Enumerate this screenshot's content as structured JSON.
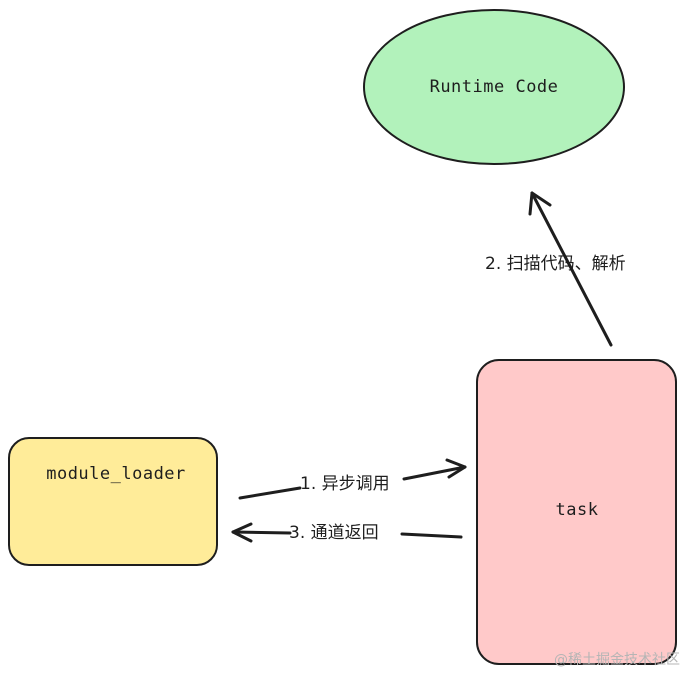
{
  "nodes": {
    "runtime_code": {
      "label": "Runtime Code",
      "fill": "#b2f2bb",
      "stroke": "#1e1e1e"
    },
    "module_loader": {
      "label": "module_loader",
      "fill": "#ffec99",
      "stroke": "#1e1e1e"
    },
    "task": {
      "label": "task",
      "fill": "#ffc9c9",
      "stroke": "#1e1e1e"
    }
  },
  "edges": {
    "async_call": {
      "label": "1. 异步调用"
    },
    "scan_parse": {
      "label": "2. 扫描代码、解析"
    },
    "channel_return": {
      "label": "3. 通道返回"
    }
  },
  "watermark": {
    "text": "@稀土掘金技术社区"
  }
}
